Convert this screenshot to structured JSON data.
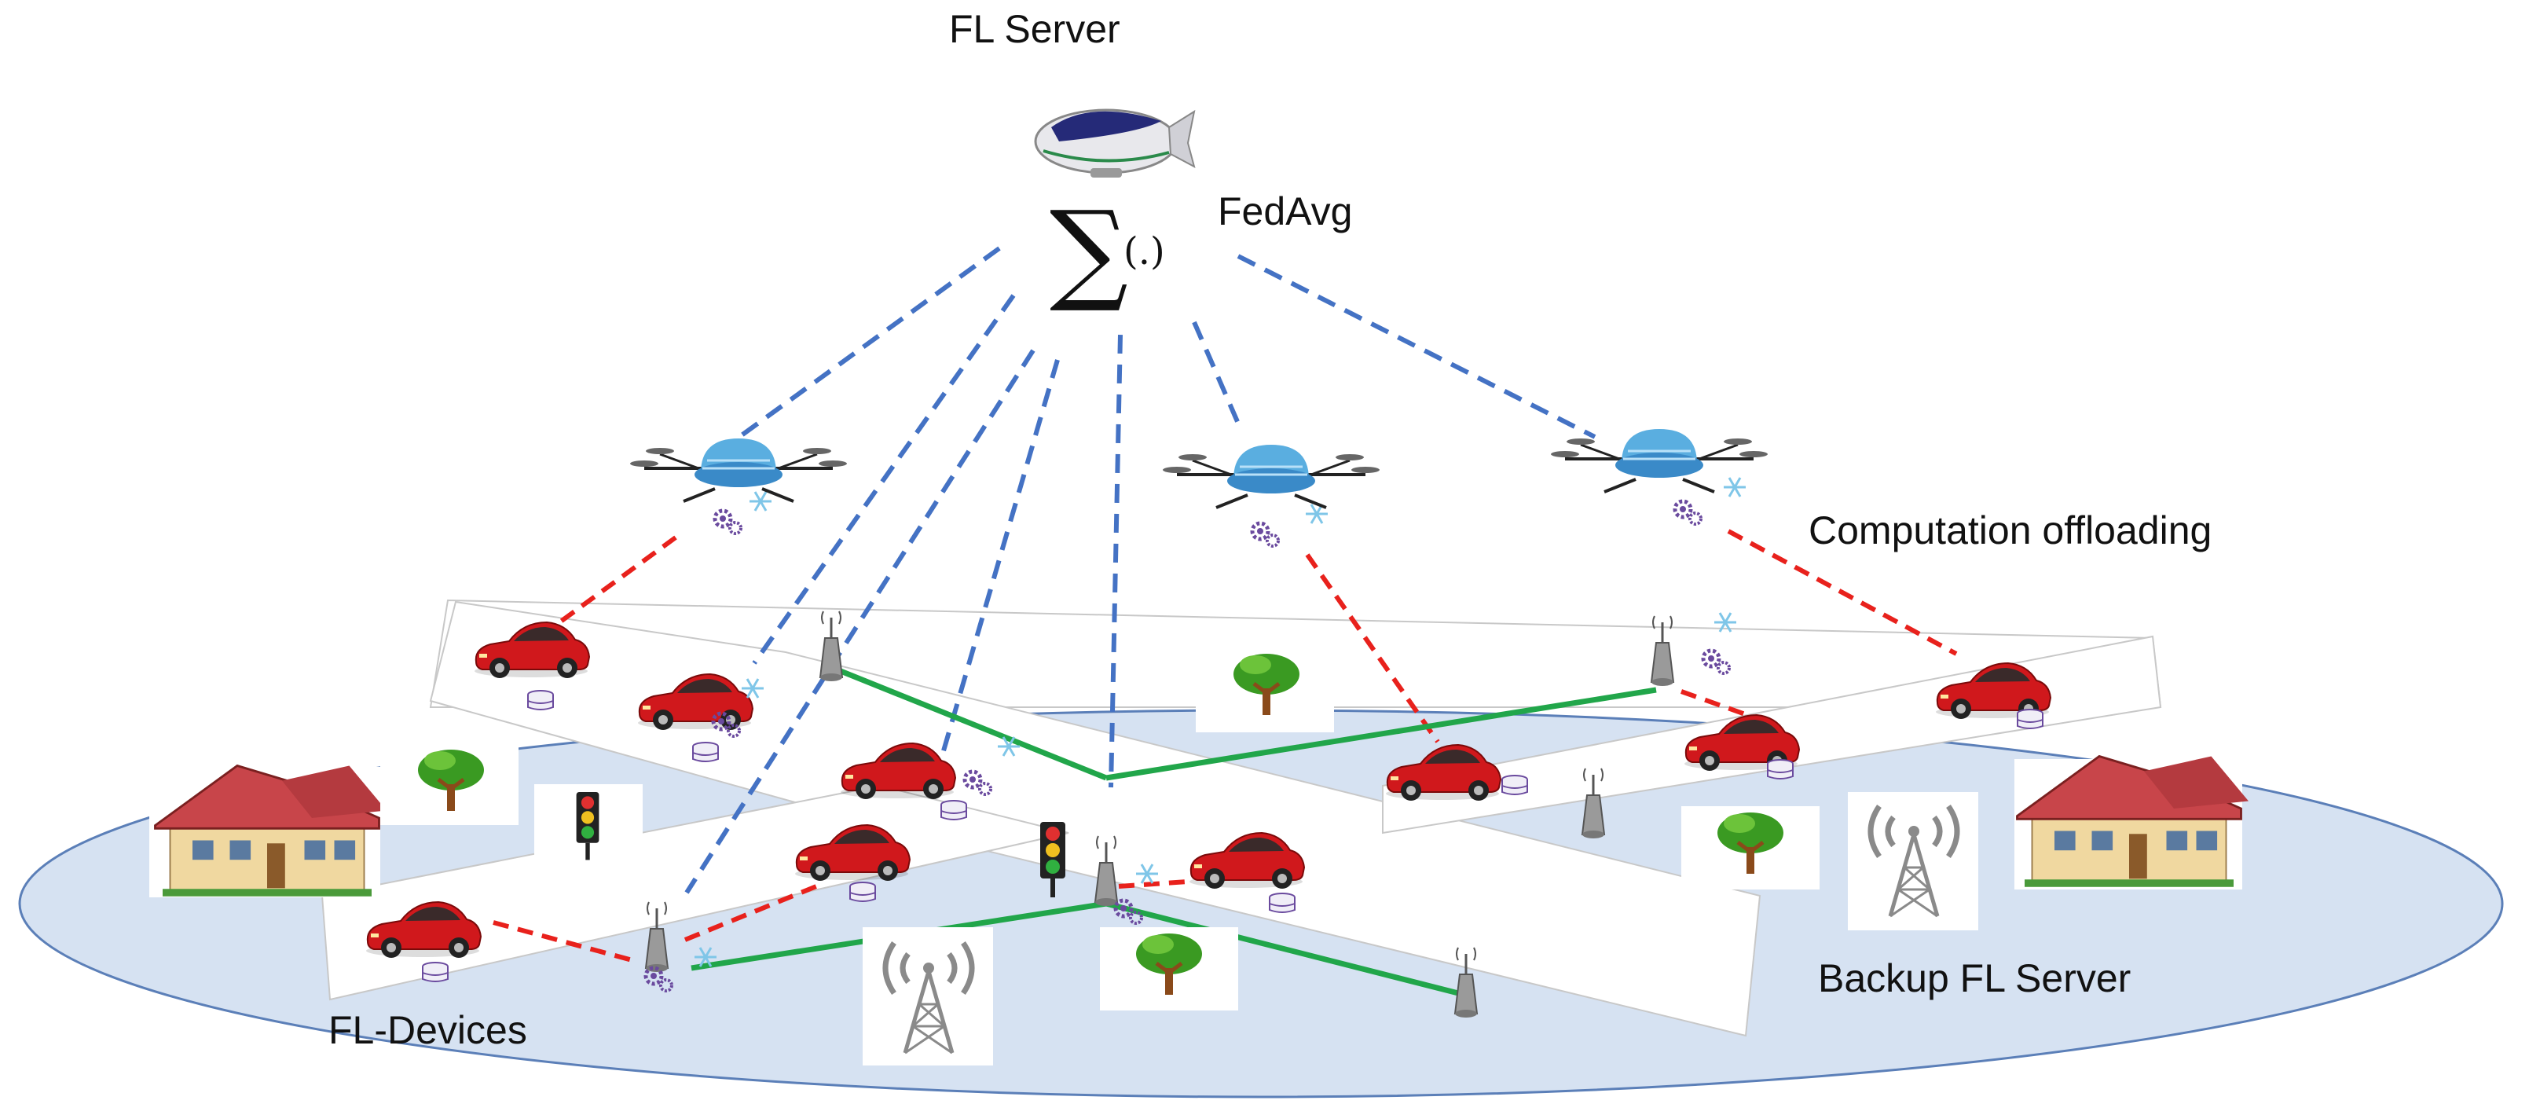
{
  "labels": {
    "fl_server": "FL Server",
    "fedavg": "FedAvg",
    "computation_offloading": "Computation offloading",
    "backup_fl_server": "Backup FL Server",
    "fl_devices": "FL-Devices",
    "sum_symbol": "∑",
    "sum_arg": "(.)"
  },
  "colors": {
    "ground": "#d6e2f2",
    "ground_edge": "#5b7fb8",
    "uplink_dash": "#4472c4",
    "offload_dash": "#e8211c",
    "backhaul": "#21a64a",
    "car": "#d0181c",
    "roof": "#c8454a",
    "tree": "#3a9a22",
    "drone": "#5aaee0",
    "gear": "#6a4a9e"
  },
  "icons": {
    "airship": "airship-icon",
    "drone": "drone-icon",
    "car": "car-icon",
    "base_station": "base-station-icon",
    "tower": "radio-tower-icon",
    "house": "house-icon",
    "tree": "tree-icon",
    "traffic_light": "traffic-light-icon",
    "gear": "gear-icon",
    "database": "database-icon",
    "snowflake": "snowflake-icon"
  }
}
